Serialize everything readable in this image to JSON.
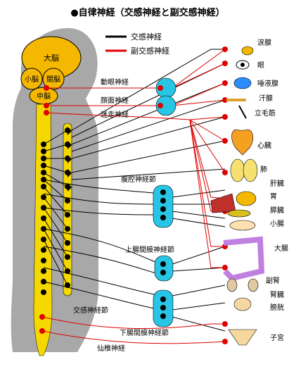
{
  "title": "●自律神経（交感神経と副交感神経）",
  "legend": {
    "sympathetic": "交感神経",
    "parasympathetic": "副交感神経"
  },
  "colors": {
    "sympathetic": "#000000",
    "parasympathetic": "#e00000",
    "brain": "#f5b800",
    "spinal_cord": "#f5d800",
    "body_silhouette": "#a8a8a8",
    "ganglion": "#27c6e6",
    "sympathetic_chain": "#f5d800"
  },
  "brain_labels": {
    "cerebrum": "大脳",
    "cerebellum": "小脳",
    "diencephalon": "間脳",
    "midbrain": "中脳"
  },
  "nerve_labels": {
    "oculomotor": "動眼神経",
    "facial": "顔面神経",
    "vagus": "迷走神経",
    "sacral": "仙椎神経"
  },
  "ganglia_labels": {
    "celiac": "腹腔神経節",
    "superior_mesenteric": "上腸間膜神経節",
    "inferior_mesenteric": "下腸間膜神経節",
    "sympathetic_trunk": "交感神経節"
  },
  "organs": [
    {
      "label": "涙腺",
      "icon": "tear-gland-icon"
    },
    {
      "label": "眼",
      "icon": "eye-icon"
    },
    {
      "label": "唾液腺",
      "icon": "salivary-gland-icon"
    },
    {
      "label": "汗腺",
      "icon": "sweat-gland-icon"
    },
    {
      "label": "立毛筋",
      "icon": "arrector-pili-icon"
    },
    {
      "label": "心臓",
      "icon": "heart-icon"
    },
    {
      "label": "肺",
      "icon": "lung-icon"
    },
    {
      "label": "肝臓",
      "icon": "liver-icon"
    },
    {
      "label": "胃",
      "icon": "stomach-icon"
    },
    {
      "label": "膵臓",
      "icon": "pancreas-icon"
    },
    {
      "label": "小腸",
      "icon": "small-intestine-icon"
    },
    {
      "label": "大腸",
      "icon": "large-intestine-icon"
    },
    {
      "label": "副腎",
      "icon": "adrenal-icon"
    },
    {
      "label": "腎臓",
      "icon": "kidney-icon"
    },
    {
      "label": "膀胱",
      "icon": "bladder-icon"
    },
    {
      "label": "子宮",
      "icon": "uterus-icon"
    }
  ]
}
